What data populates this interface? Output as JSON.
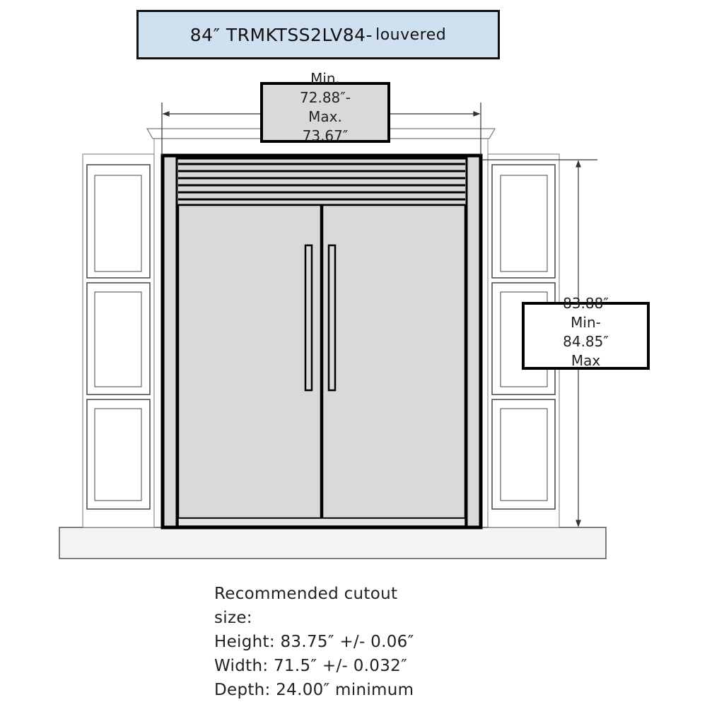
{
  "title": {
    "model": "84″ TRMKTSS2LV84-",
    "variant": "louvered"
  },
  "width_dimension": {
    "lines": [
      "Min.",
      "72.88″-",
      "Max.",
      "73.67″"
    ]
  },
  "height_dimension": {
    "lines": [
      "83.88″",
      "Min-",
      "84.85″",
      "Max"
    ]
  },
  "cutout_notes": {
    "lines": [
      "Recommended cutout",
      "size:",
      "Height: 83.75″ +/- 0.06″",
      "Width: 71.5″ +/- 0.032″",
      "Depth: 24.00″ minimum"
    ]
  },
  "colors": {
    "title_fill": "#cfe0f0",
    "appliance_fill": "#d9d9d9"
  }
}
